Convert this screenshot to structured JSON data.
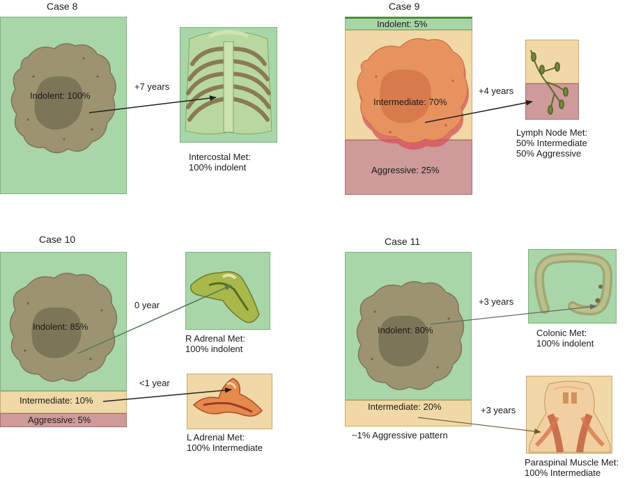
{
  "cases": [
    {
      "title": "Case 8",
      "segments": [
        {
          "label": "Indolent: 100%"
        }
      ],
      "mets": [
        {
          "interval": "+7 years",
          "line1": "Intercostal Met:",
          "line2": "100% indolent",
          "line3": ""
        }
      ]
    },
    {
      "title": "Case 9",
      "segments": [
        {
          "label": "Indolent: 5%"
        },
        {
          "label": "Intermediate: 70%"
        },
        {
          "label": "Aggressive: 25%"
        }
      ],
      "mets": [
        {
          "interval": "+4 years",
          "line1": "Lymph Node Met:",
          "line2": "50% Intermediate",
          "line3": "50% Aggressive"
        }
      ]
    },
    {
      "title": "Case 10",
      "segments": [
        {
          "label": "Indolent: 85%"
        },
        {
          "label": "Intermediate: 10%"
        },
        {
          "label": "Aggressive: 5%"
        }
      ],
      "mets": [
        {
          "interval": "0 year",
          "line1": "R Adrenal Met:",
          "line2": "100% indolent",
          "line3": ""
        },
        {
          "interval": "<1 year",
          "line1": "L Adrenal Met:",
          "line2": "100% Intermediate",
          "line3": ""
        }
      ]
    },
    {
      "title": "Case 11",
      "segments": [
        {
          "label": "Indolent: 80%"
        },
        {
          "label": "Intermediate: 20%"
        }
      ],
      "note": "~1% Aggressive pattern",
      "mets": [
        {
          "interval": "+3 years",
          "line1": "Colonic Met:",
          "line2": "100% indolent",
          "line3": ""
        },
        {
          "interval": "+3 years",
          "line1": "Paraspinal Muscle Met:",
          "line2": "100% Intermediate",
          "line3": ""
        }
      ]
    }
  ],
  "colors": {
    "indolent": "#a9d6a9",
    "intermediate": "#f0d9a6",
    "aggressive": "#cf9a9a",
    "tumor_brown": "#9c9470",
    "tumor_core": "#7d7558",
    "tumor_orange": "#e7935f",
    "arrow": "#222222"
  }
}
